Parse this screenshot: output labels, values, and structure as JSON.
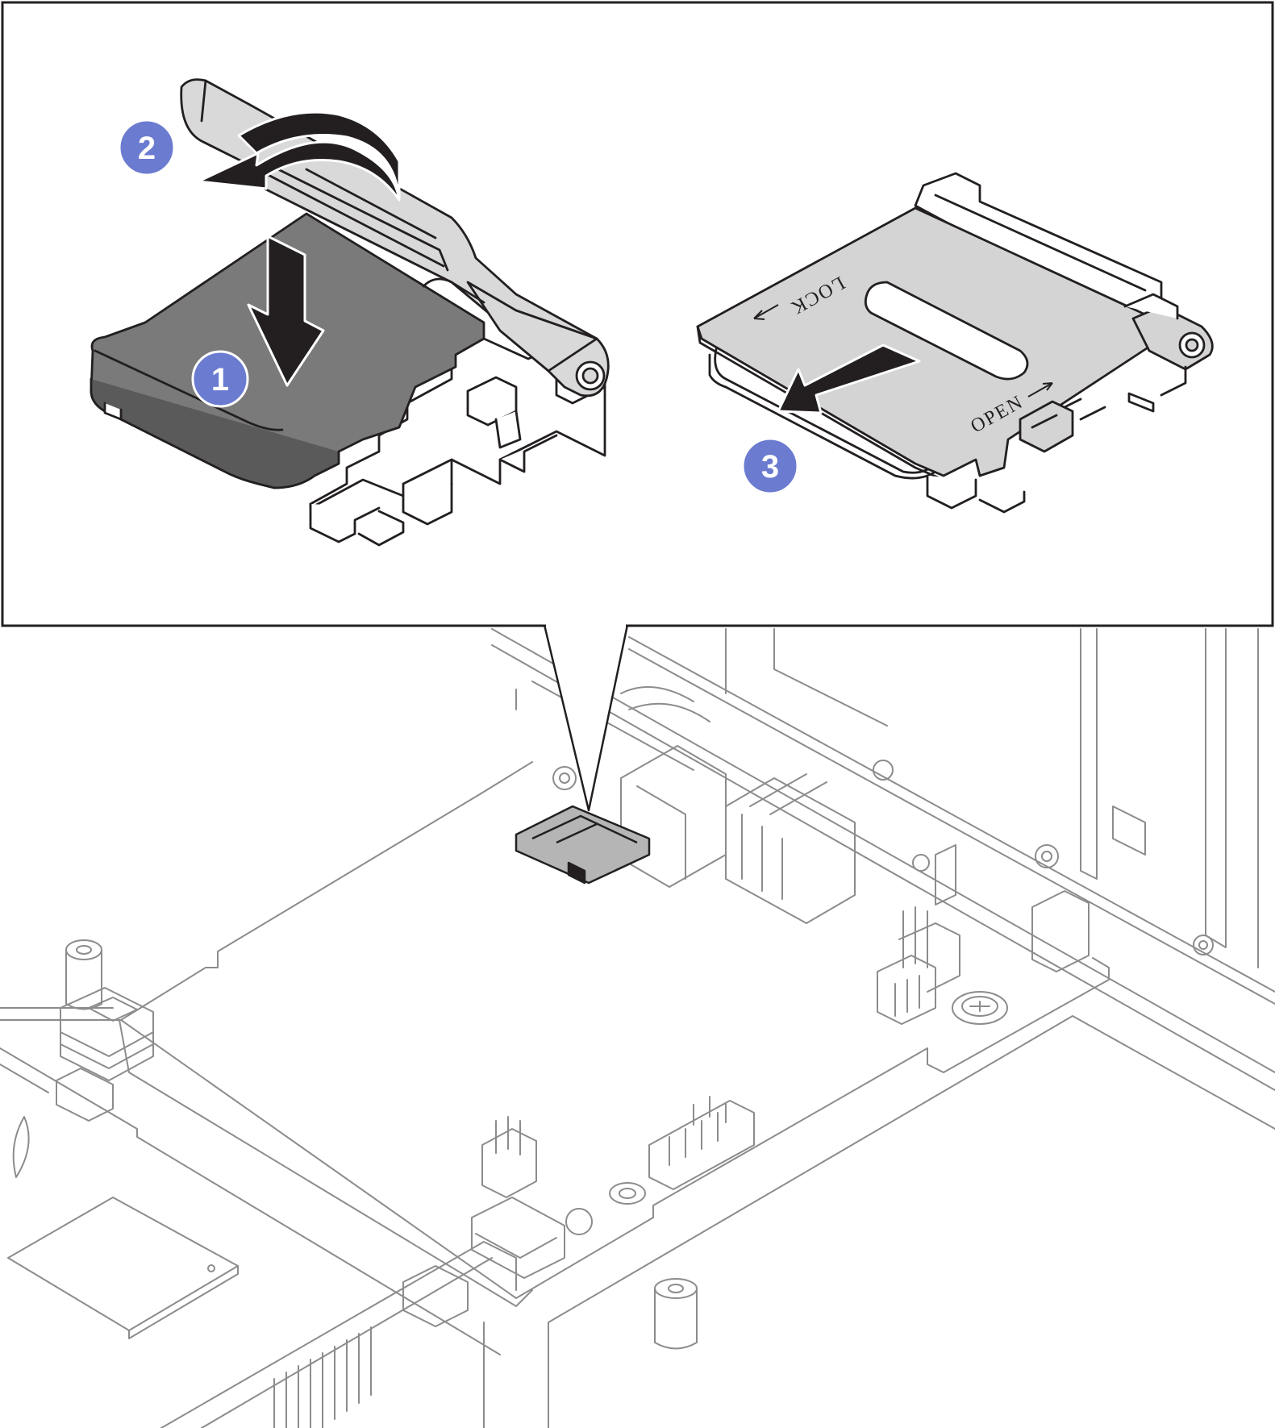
{
  "steps": [
    {
      "number": "1",
      "color": "#6a7bd0"
    },
    {
      "number": "2",
      "color": "#6a7bd0"
    },
    {
      "number": "3",
      "color": "#6a7bd0"
    }
  ],
  "holder_labels": {
    "lock": "LOCK",
    "open": "OPEN"
  },
  "colors": {
    "line": "#231f20",
    "board_line": "#8c8c8c",
    "card": "#7a7a7a",
    "holder_fill": "#d4d4d4",
    "arrow": "#231f20"
  }
}
